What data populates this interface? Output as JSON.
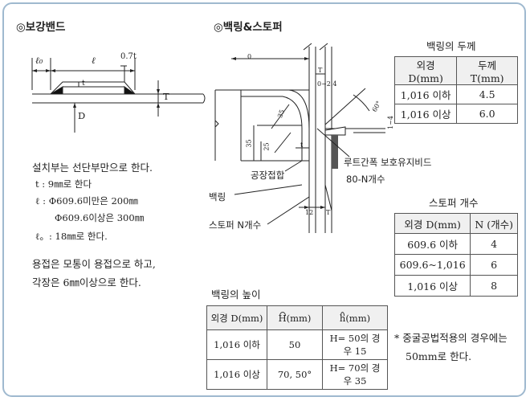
{
  "left": {
    "title": "◎보강밴드",
    "labels": {
      "l0": "ℓ₀",
      "l": "ℓ",
      "thick": "0.7t",
      "t": "t",
      "T": "T",
      "D": "D"
    },
    "notes": [
      "설치부는 선단부만으로 한다.",
      "t : 9㎜로 한다",
      "ℓ : Φ609.6미만은 200㎜",
      "Φ609.6이상은 300㎜",
      "ℓ。: 18㎜로 한다.",
      "용접은 모통이 용접으로 하고,",
      "각장은 6㎜이상으로 한다."
    ]
  },
  "mid": {
    "title": "◎백링&스토퍼",
    "labels": {
      "zero": "0",
      "T": "T",
      "range1": "0~2.4",
      "sixty": "60°",
      "range2": "1~4",
      "r35": "35",
      "r25": "25",
      "t": "t",
      "twelve": "12",
      "T2": "T",
      "shop_weld": "공장접합",
      "backing_ring": "백링",
      "stopper": "스토퍼 N개수",
      "root_gap": "루트간폭 보호유지비드",
      "root_gap2": "80-N개수"
    }
  },
  "thickness_table": {
    "title": "백링의 두께",
    "headers": [
      "외경 D(mm)",
      "두께 T(mm)"
    ],
    "rows": [
      [
        "1,016 이하",
        "4.5"
      ],
      [
        "1,016 이상",
        "6.0"
      ]
    ]
  },
  "stopper_table": {
    "title": "스토퍼 개수",
    "headers": [
      "외경 D(mm)",
      "N (개수)"
    ],
    "rows": [
      [
        "609.6 이하",
        "4"
      ],
      [
        "609.6~1,016",
        "6"
      ],
      [
        "1,016 이상",
        "8"
      ]
    ]
  },
  "height_table": {
    "title": "백링의 높이",
    "headers": [
      "외경 D(mm)",
      "H",
      "(mm)",
      "h",
      "(mm)"
    ],
    "rows": [
      [
        "1,016 이하",
        "50",
        "H= 50의 경우 15"
      ],
      [
        "1,016 이상",
        "70, 50°",
        "H= 70의 경우 35"
      ]
    ]
  },
  "footnote": [
    "* 중굴공법적용의 경우에는",
    "50mm로 한다."
  ]
}
